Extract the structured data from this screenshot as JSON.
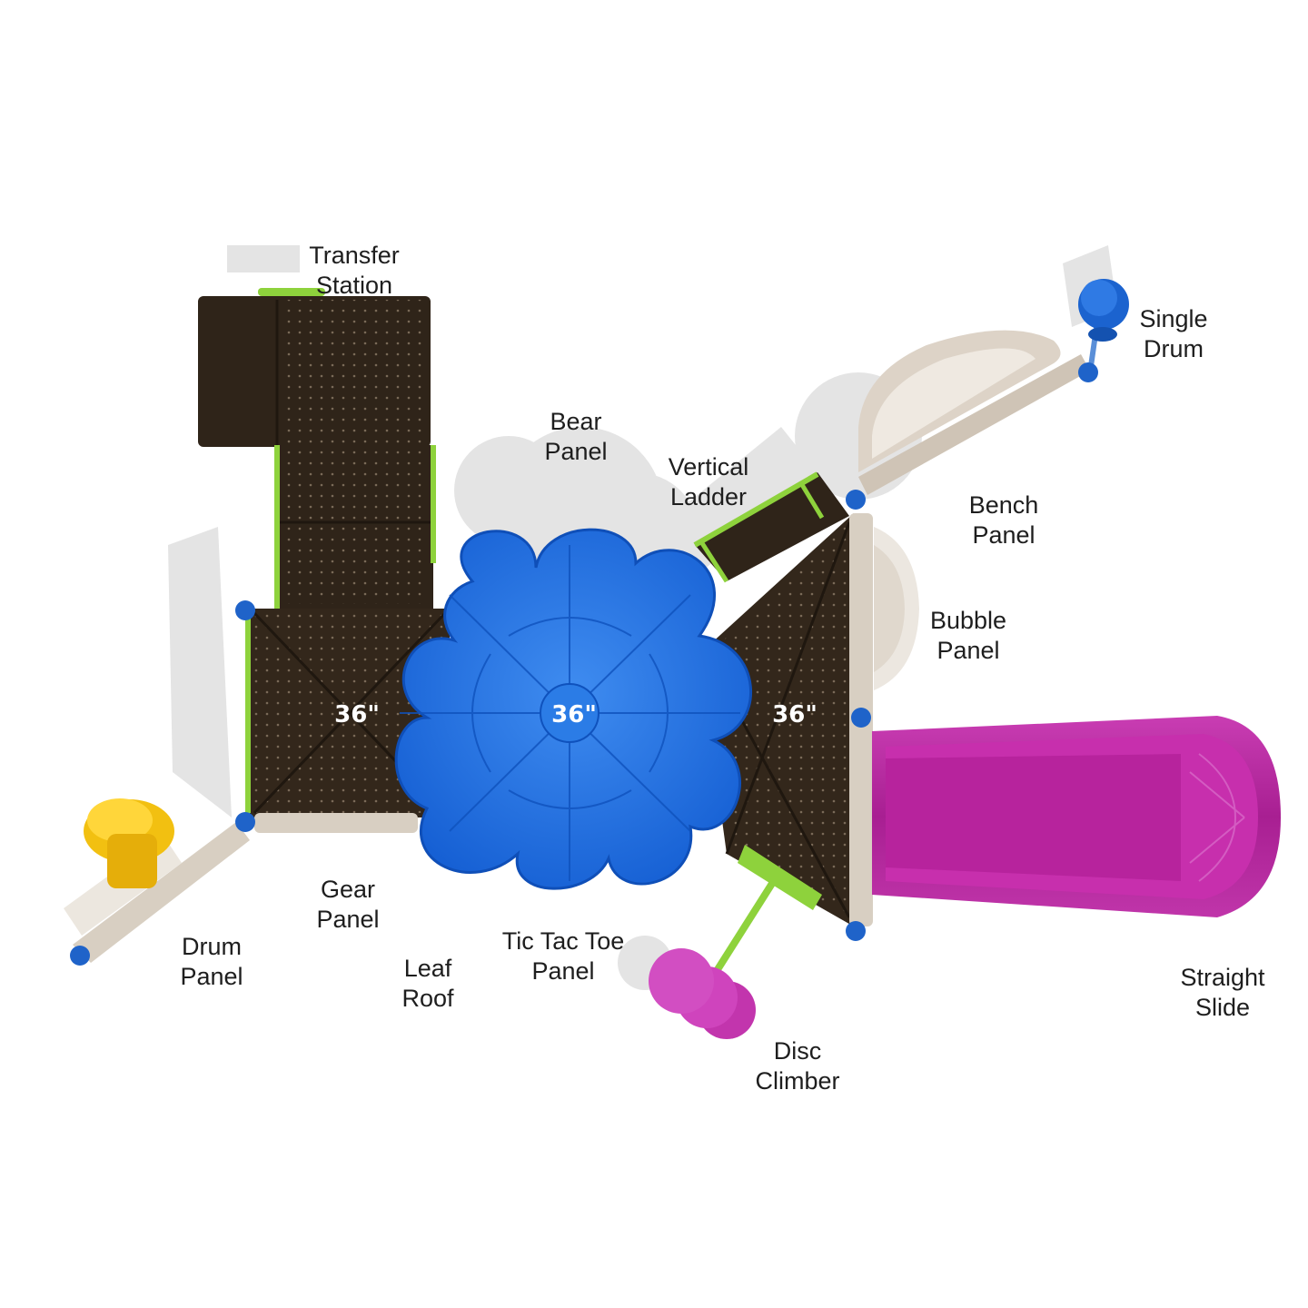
{
  "colors": {
    "deck": "#3a2c1e",
    "deck_dark": "#2b2016",
    "trim": "#8ed23c",
    "roof": "#1b6fe0",
    "roof_light": "#4b96f2",
    "slide": "#b0219a",
    "slide_light": "#cf43b8",
    "disc": "#d23fc0",
    "drum_yellow": "#f2c011",
    "beige": "#d8cfc2",
    "clamp": "#1f63c9",
    "shadow": "#e2e2e2"
  },
  "labels": {
    "transfer_station": [
      "Transfer",
      "Station"
    ],
    "bear_panel": [
      "Bear",
      "Panel"
    ],
    "vertical_ladder": [
      "Vertical",
      "Ladder"
    ],
    "single_drum": [
      "Single",
      "Drum"
    ],
    "bench_panel": [
      "Bench",
      "Panel"
    ],
    "bubble_panel": [
      "Bubble",
      "Panel"
    ],
    "gear_panel": [
      "Gear",
      "Panel"
    ],
    "drum_panel": [
      "Drum",
      "Panel"
    ],
    "leaf_roof": [
      "Leaf",
      "Roof"
    ],
    "tic_tac_toe_panel": [
      "Tic Tac Toe",
      "Panel"
    ],
    "straight_slide": [
      "Straight",
      "Slide"
    ],
    "disc_climber": [
      "Disc",
      "Climber"
    ]
  },
  "deck_heights": {
    "left": "36\"",
    "center": "36\"",
    "right": "36\""
  }
}
